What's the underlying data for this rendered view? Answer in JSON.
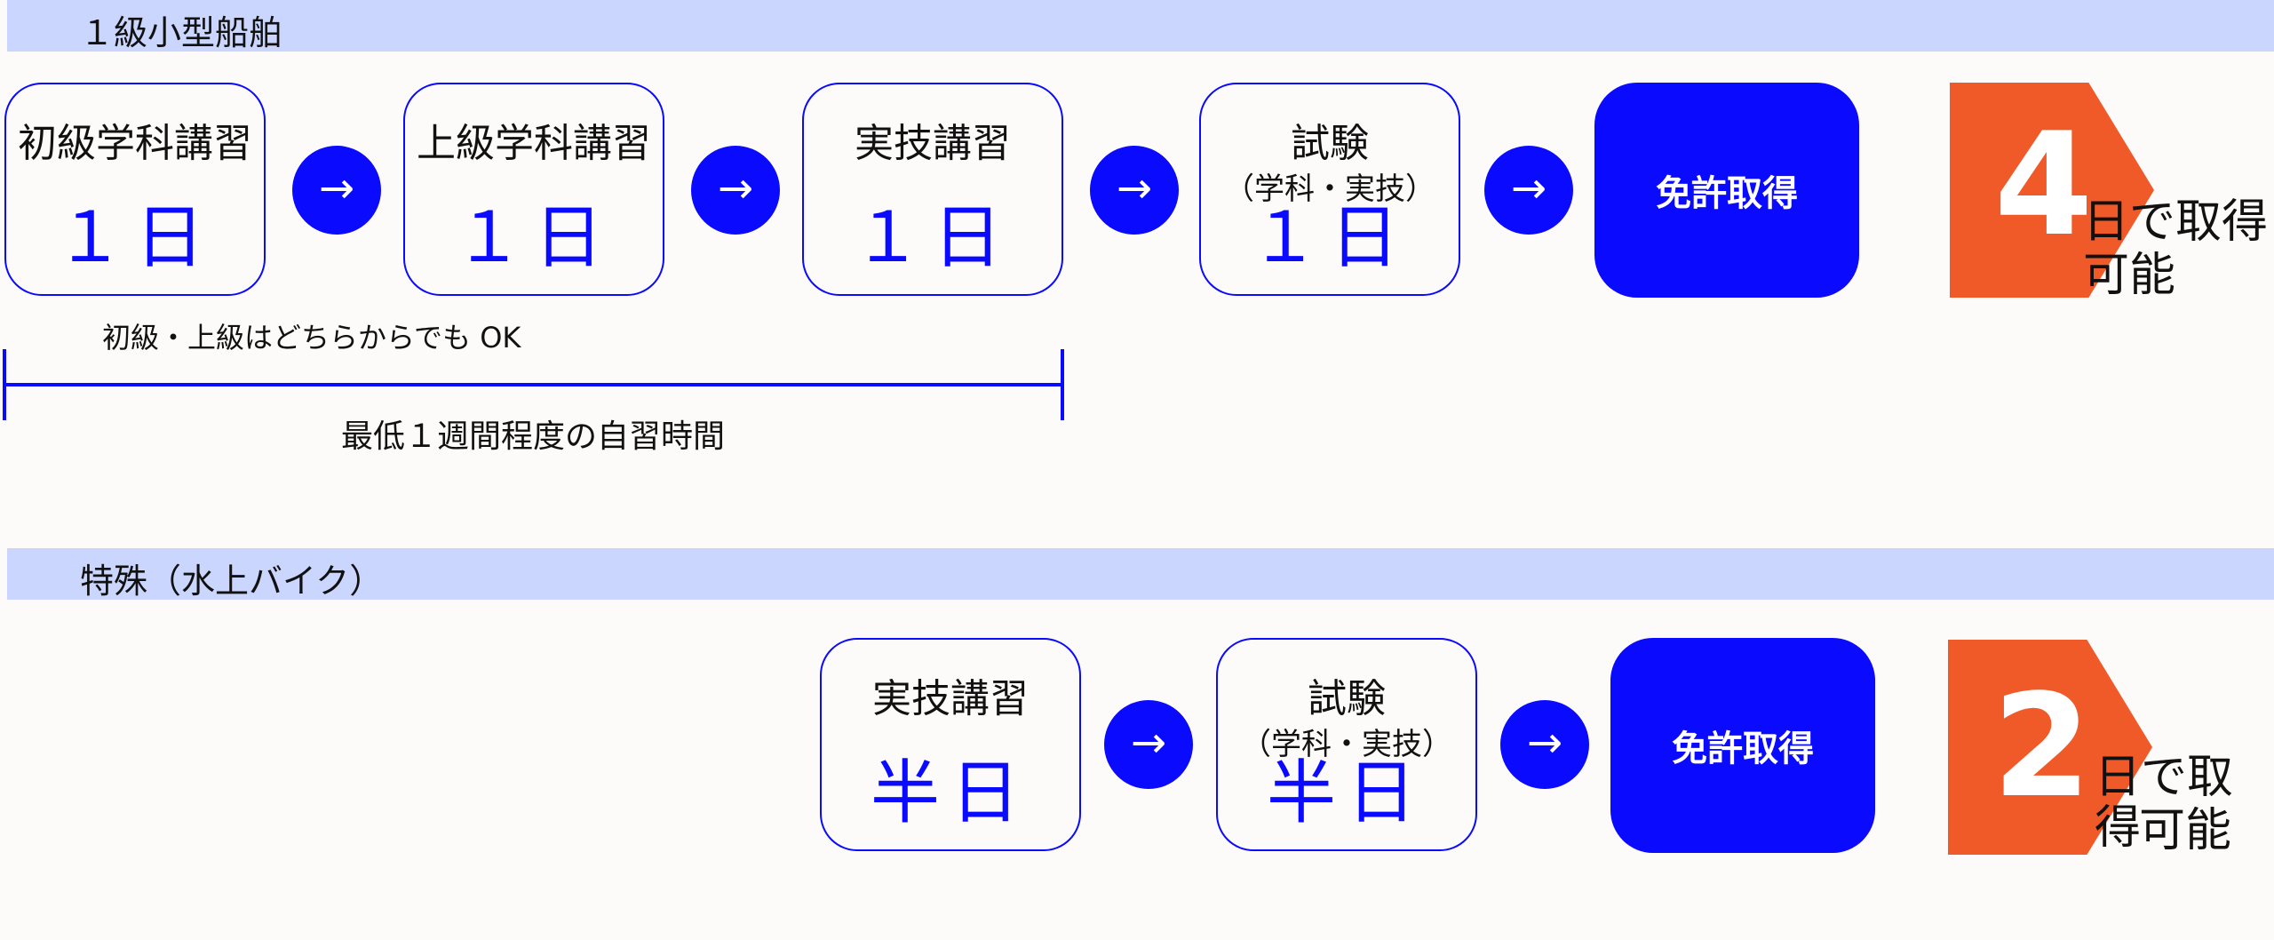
{
  "sections": [
    {
      "title": "１級小型船舶",
      "steps": [
        {
          "label": "初級学科講習",
          "value": "１日"
        },
        {
          "label": "上級学科講習",
          "value": "１日"
        },
        {
          "label": "実技講習",
          "value": "１日"
        },
        {
          "label": "試験",
          "sub": "（学科・実技）",
          "value": "１日"
        }
      ],
      "goal": "免許取得",
      "days": "4",
      "days_suffix": "日で取得",
      "days_suffix2": "可能",
      "note": "初級・上級はどちらからでも OK",
      "span_label": "最低１週間程度の自習時間"
    },
    {
      "title": "特殊（水上バイク）",
      "steps": [
        {
          "label": "実技講習",
          "value": "半日"
        },
        {
          "label": "試験",
          "sub": "（学科・実技）",
          "value": "半日"
        }
      ],
      "goal": "免許取得",
      "days": "2",
      "days_suffix": "日で取得",
      "days_suffix2": "可能"
    }
  ],
  "icons": {
    "step_arrow": "arrow-right-icon"
  },
  "colors": {
    "accent": "#0a0aff",
    "badge": "#f05a28",
    "band": "#cbd6ff"
  }
}
